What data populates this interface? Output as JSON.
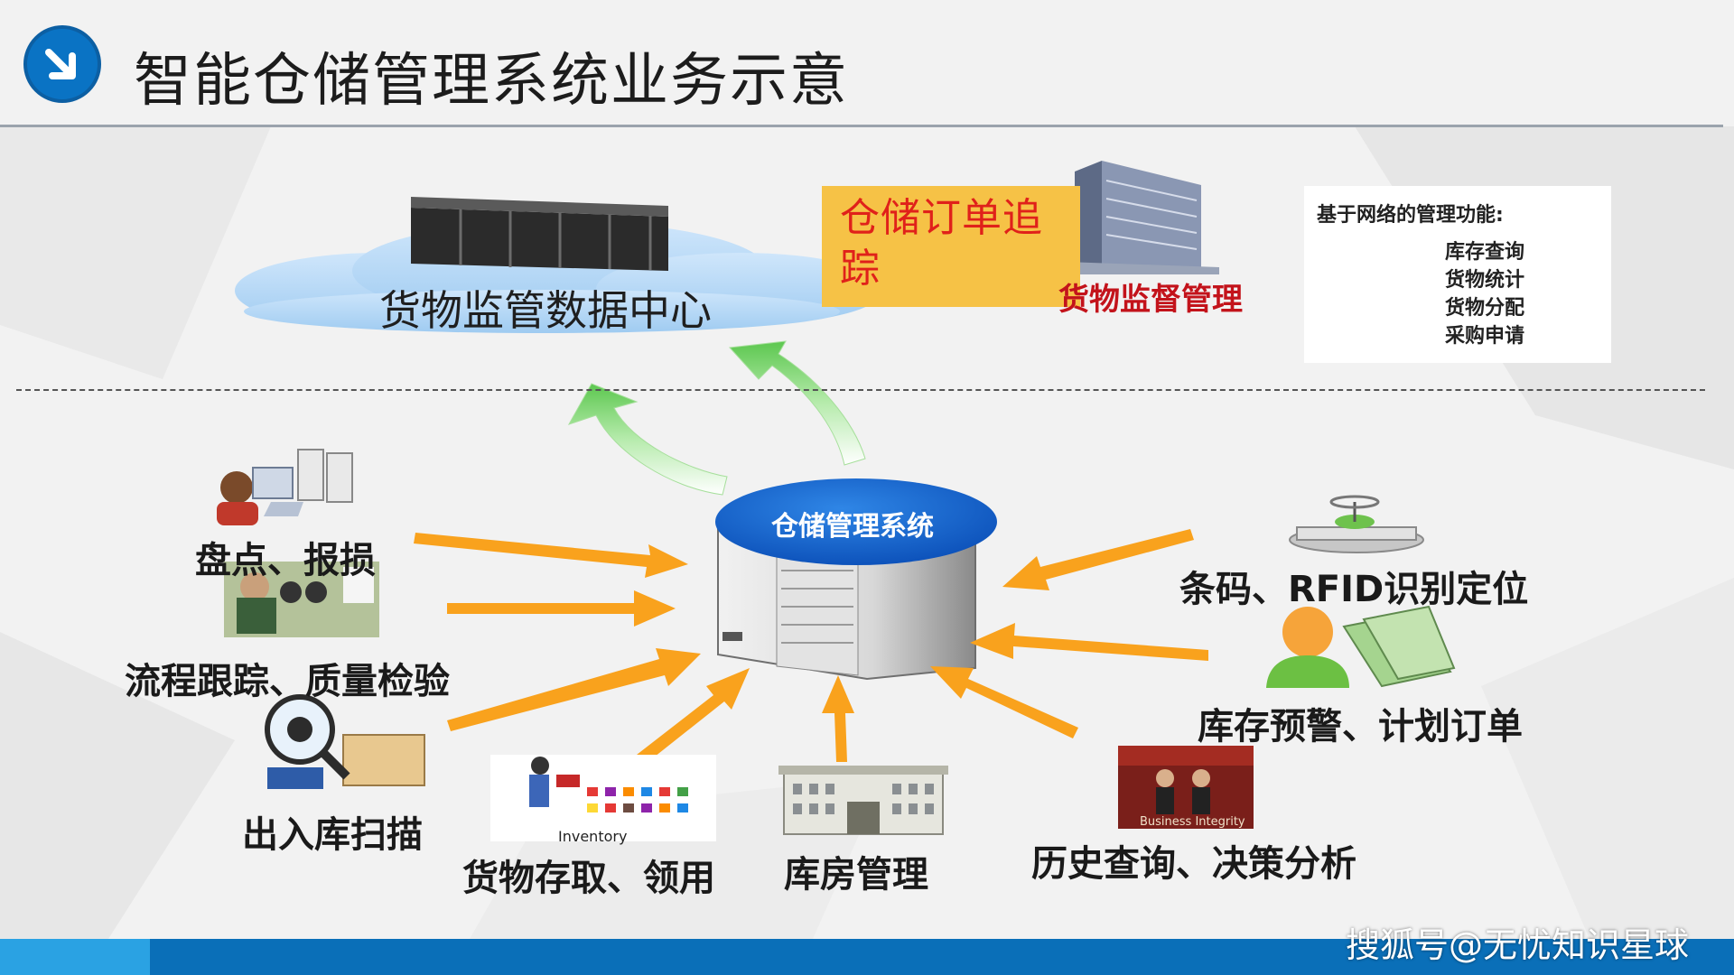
{
  "slide": {
    "title": "智能仓储管理系统业务示意",
    "watermark": "搜狐号@无忧知识星球"
  },
  "cloud": {
    "label": "货物监管数据中心"
  },
  "order_tracking": {
    "label": "仓储订单追踪"
  },
  "supervision": {
    "label": "货物监督管理"
  },
  "functions": {
    "title": "基于网络的管理功能:",
    "items": [
      "库存查询",
      "货物统计",
      "货物分配",
      "采购申请"
    ]
  },
  "core": {
    "label": "仓储管理系统"
  },
  "modules": {
    "inventory_loss": "盘点、报损",
    "process_tracking": "流程跟踪、质量检验",
    "inout_scan": "出入库扫描",
    "goods_access": "货物存取、领用",
    "warehouse_mgmt": "库房管理",
    "history_query": "历史查询、决策分析",
    "stock_warning": "库存预警、计划订单",
    "barcode_rfid": "条码、RFID识别定位"
  },
  "images": {
    "inventory_caption": "Inventory",
    "business_caption": "Business Integrity"
  },
  "colors": {
    "arrow_orange": "#f9a21d",
    "arrow_green": "#7ed36f",
    "title_blue": "#0a73c4",
    "order_box": "#f6c246",
    "order_text": "#e0211a",
    "supervise_text": "#c3131b",
    "bar_dark": "#0a6fb8",
    "bar_light": "#2aa2e3"
  }
}
